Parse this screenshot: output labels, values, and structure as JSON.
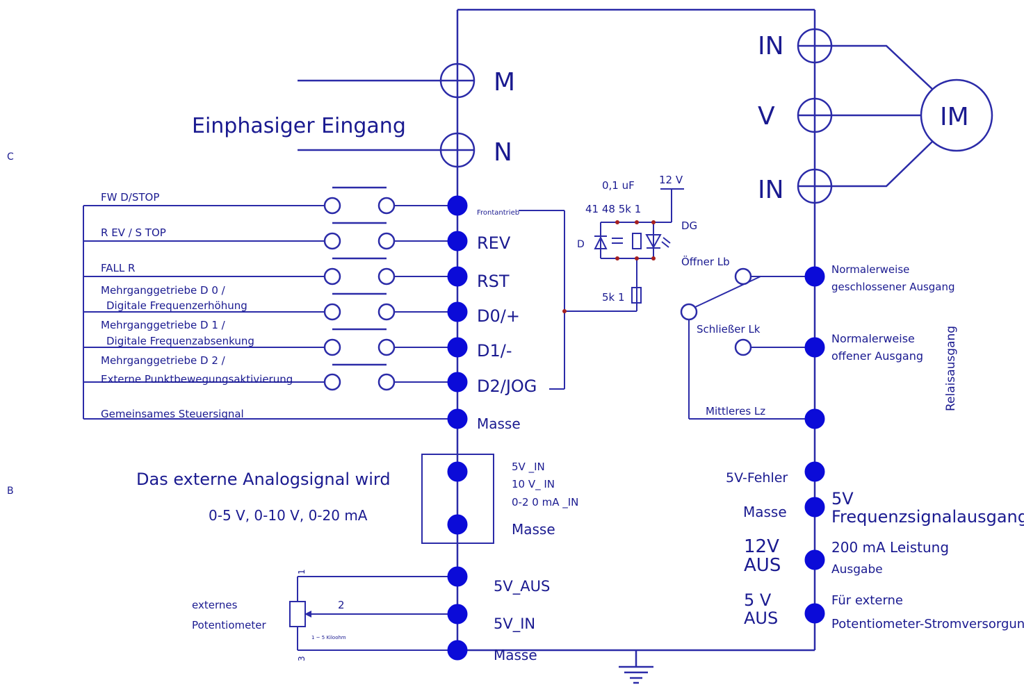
{
  "margin": {
    "c": "C",
    "b": "B"
  },
  "power": {
    "m": "M",
    "n": "N",
    "title": "Einphasiger  Eingang"
  },
  "motor": {
    "in_top": "IN",
    "v": "V",
    "in_bottom": "IN",
    "label": "IM"
  },
  "switches": [
    {
      "name": "FW  D/STOP",
      "terminal": "Frontantrieb"
    },
    {
      "name": "R  EV /  S  TOP",
      "terminal": "REV"
    },
    {
      "name": "FALL  R",
      "terminal": "RST"
    },
    {
      "name": "Mehrganggetriebe  D  0 /",
      "name2": "Digitale  Frequenzerhöhung",
      "terminal": "D0/+"
    },
    {
      "name": "Mehrganggetriebe  D  1 /",
      "name2": "Digitale  Frequenzabsenkung",
      "terminal": "D1/-"
    },
    {
      "name": "Mehrganggetriebe  D  2 /",
      "name2": "Externe  Punktbewegungsaktivierung",
      "terminal": "D2/JOG"
    }
  ],
  "common": {
    "label": "Gemeinsames  Steuersignal",
    "terminal": "Masse"
  },
  "optocoupler": {
    "cap": "0,1  uF",
    "v12": "12  V",
    "parts": "41  48   5k  1",
    "d": "D",
    "dg": "DG",
    "r2": "5k  1"
  },
  "relay": {
    "nc_contact": "Öffner  Lb",
    "no_contact": "Schließer  Lk",
    "com_contact": "Mittleres  Lz",
    "nc_l1": "Normalerweise",
    "nc_l2": "geschlossener  Ausgang",
    "no_l1": "Normalerweise",
    "no_l2": "offener  Ausgang",
    "title": "Relaisausgang"
  },
  "analog": {
    "title": "Das externe Analogsignal wird",
    "range": "0-5  V,  0-10  V,  0-20  mA",
    "in1": "5V  _IN",
    "in2": "10  V_  IN",
    "in3": "0-2  0  mA  _IN",
    "gnd": "Masse"
  },
  "right_outputs": {
    "err": "5V-Fehler",
    "gnd": "Masse",
    "freq1": "5V",
    "freq2": "Frequenzsignalausgang",
    "v12a": "12V",
    "v12b": "AUS",
    "pow1": "200  mA  Leistung",
    "pow2": "Ausgabe",
    "v5a": "5 V",
    "v5b": "AUS",
    "ext1": "Für externe",
    "ext2": "Potentiometer-Stromversorgung"
  },
  "pot": {
    "l1": "externes",
    "l2": "Potentiometer",
    "p1": "1",
    "p2": "2",
    "p3": "3",
    "note": "1 ~ 5 Kiloohm"
  },
  "bottom": {
    "v5out": "5V_AUS",
    "v5in": "5V_IN",
    "gnd": "Masse"
  }
}
